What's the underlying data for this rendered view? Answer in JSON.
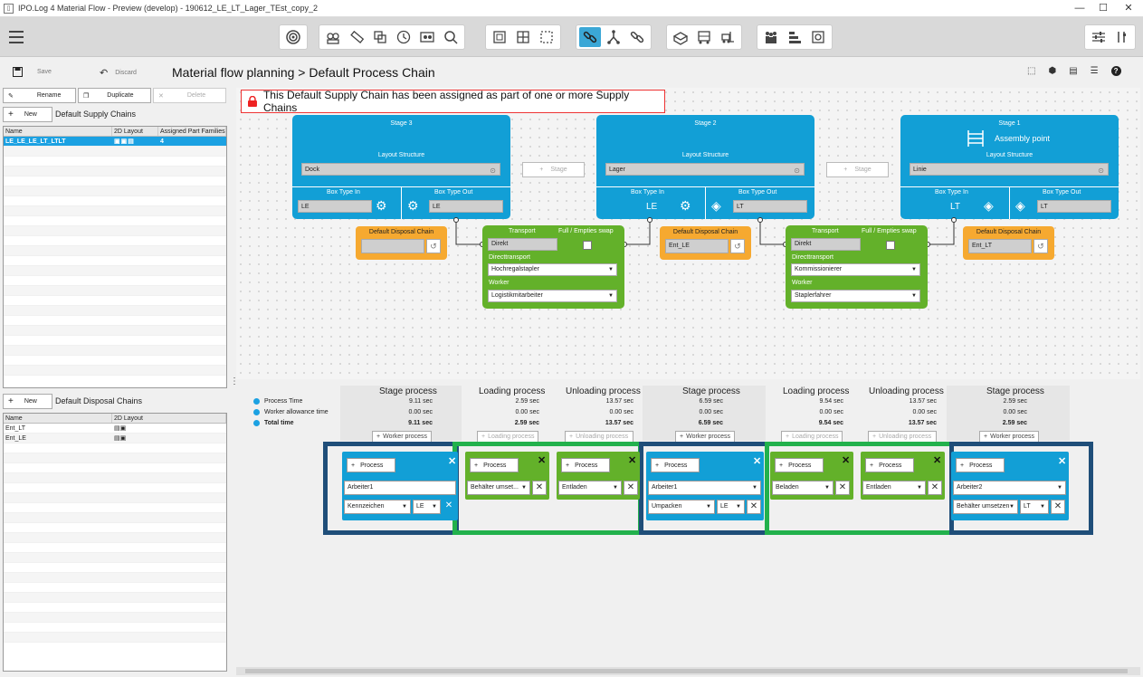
{
  "window": {
    "title": "IPO.Log 4 Material Flow - Preview (develop) - 190612_LE_LT_Lager_TEst_copy_2"
  },
  "header": {
    "save": "Save",
    "discard": "Discard",
    "breadcrumb": "Material flow planning  >  Default Process Chain"
  },
  "left": {
    "rename": "Rename",
    "duplicate": "Duplicate",
    "delete": "Delete",
    "new": "New",
    "supply_title": "Default Supply Chains",
    "supply_cols": [
      "Name",
      "2D Layout",
      "Assigned Part Families"
    ],
    "supply_rows": [
      {
        "name": "LE_LE_LE_LT_LTLT",
        "count": "4"
      }
    ],
    "disposal_title": "Default Disposal Chains",
    "disposal_cols": [
      "Name",
      "2D Layout"
    ],
    "disposal_rows": [
      {
        "name": "Ent_LT"
      },
      {
        "name": "Ent_LE"
      }
    ]
  },
  "banner": "This Default Supply Chain has been assigned as part of one or more Supply Chains",
  "stages": [
    {
      "title": "Stage 3",
      "subtitle": "",
      "layout_label": "Layout Structure",
      "layout": "Dock",
      "box_in_label": "Box Type In",
      "box_in": "LE",
      "box_out_label": "Box Type Out",
      "box_out": "LE"
    },
    {
      "title": "Stage 2",
      "subtitle": "",
      "layout_label": "Layout Structure",
      "layout": "Lager",
      "box_in_label": "Box Type In",
      "box_in": "LE",
      "box_out_label": "Box Type Out",
      "box_out": "LT"
    },
    {
      "title": "Stage 1",
      "subtitle": "Assembly point",
      "layout_label": "Layout Structure",
      "layout": "Linie",
      "box_in_label": "Box Type In",
      "box_in": "LT",
      "box_out_label": "Box Type Out",
      "box_out": "LT"
    }
  ],
  "stage_button": "Stage",
  "disposals": [
    {
      "title": "Default Disposal Chain",
      "value": ""
    },
    {
      "title": "Default Disposal Chain",
      "value": "Ent_LE"
    },
    {
      "title": "Default Disposal Chain",
      "value": "Ent_LT"
    }
  ],
  "transports": [
    {
      "label": "Transport",
      "swap": "Full / Empties swap",
      "transport": "Direkt",
      "direct_label": "Directtransport",
      "direct": "Hochregalstapler",
      "worker_label": "Worker",
      "worker": "Logistikmitarbeiter"
    },
    {
      "label": "Transport",
      "swap": "Full / Empties swap",
      "transport": "Direkt",
      "direct_label": "Directtransport",
      "direct": "Kommissionierer",
      "worker_label": "Worker",
      "worker": "Staplerfahrer"
    }
  ],
  "table": {
    "labels": [
      "Process Time",
      "Worker allowance time",
      "Total time"
    ],
    "columns": [
      {
        "title": "Stage process",
        "values": [
          "9.11 sec",
          "0.00 sec",
          "9.11 sec"
        ],
        "button": "Worker process"
      },
      {
        "title": "Loading process",
        "values": [
          "2.59 sec",
          "0.00 sec",
          "2.59 sec"
        ],
        "button": "Loading process"
      },
      {
        "title": "Unloading process",
        "values": [
          "13.57 sec",
          "0.00 sec",
          "13.57 sec"
        ],
        "button": "Unloading process"
      },
      {
        "title": "Stage process",
        "values": [
          "6.59 sec",
          "0.00 sec",
          "6.59 sec"
        ],
        "button": "Worker process"
      },
      {
        "title": "Loading process",
        "values": [
          "9.54 sec",
          "0.00 sec",
          "9.54 sec"
        ],
        "button": "Loading process"
      },
      {
        "title": "Unloading process",
        "values": [
          "13.57 sec",
          "0.00 sec",
          "13.57 sec"
        ],
        "button": "Unloading process"
      },
      {
        "title": "Stage process",
        "values": [
          "2.59 sec",
          "0.00 sec",
          "2.59 sec"
        ],
        "button": "Worker process"
      }
    ]
  },
  "process_cards": {
    "process_label": "Process",
    "c1": {
      "worker": "Arbeiter1",
      "action": "Kennzeichen",
      "box": "LE"
    },
    "c2": {
      "action": "Behälter umset..."
    },
    "c3": {
      "action": "Entladen"
    },
    "c4": {
      "worker": "Arbeiter1",
      "action": "Umpacken",
      "box": "LE"
    },
    "c5": {
      "action": "Beladen"
    },
    "c6": {
      "action": "Entladen"
    },
    "c7": {
      "worker": "Arbeiter2",
      "action": "Behälter umsetzen",
      "box": "LT"
    }
  },
  "colors": {
    "accent": "#129fd6",
    "green": "#63b12a",
    "orange": "#f6a930",
    "frame_blue": "#1f4e79",
    "frame_green": "#22b14c"
  }
}
